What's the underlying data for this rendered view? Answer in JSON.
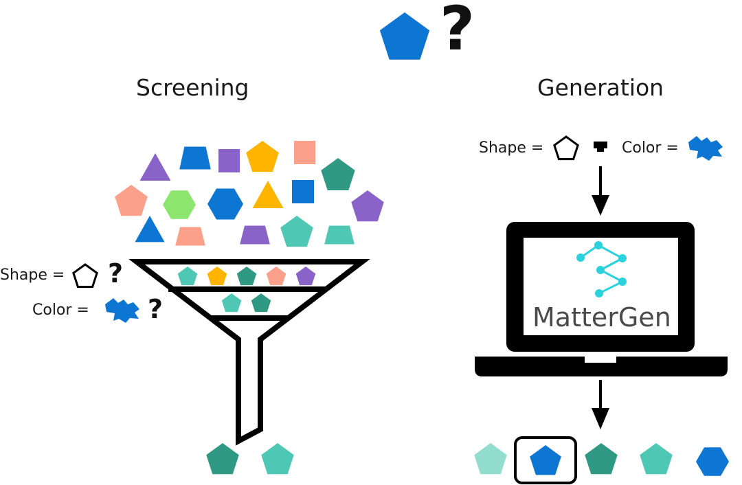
{
  "header": {
    "question_mark": "?"
  },
  "screening": {
    "title": "Screening",
    "shape_label": "Shape =",
    "color_label": "Color =",
    "question_mark": "?"
  },
  "generation": {
    "title": "Generation",
    "shape_label": "Shape =",
    "color_label": "Color =",
    "app_name": "MatterGen"
  },
  "colors": {
    "target_blue": "#0d76d3",
    "purple": "#8a63c8",
    "amber": "#ffb400",
    "salmon": "#fba08a",
    "dark_teal": "#2f9984",
    "teal": "#4ec8b4",
    "light_teal": "#93ddd0",
    "green": "#8ce66e",
    "logo_cyan": "#2ad2de",
    "outline": "#000000"
  }
}
